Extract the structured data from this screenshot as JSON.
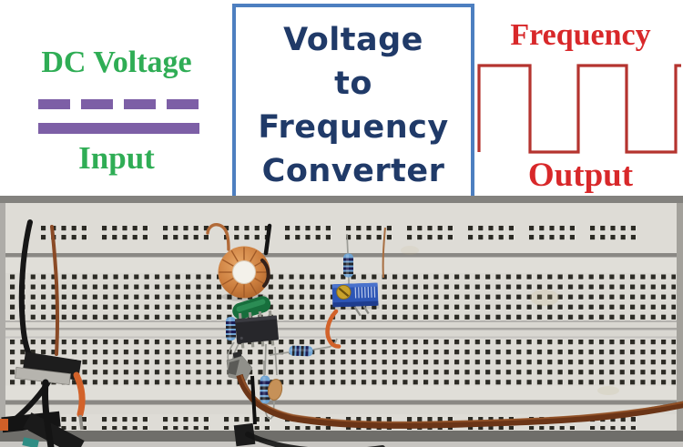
{
  "banner": {
    "left": {
      "title": "DC Voltage",
      "caption": "Input"
    },
    "center": {
      "lines": [
        "Voltage",
        "to",
        "Frequency",
        "Converter"
      ]
    },
    "right": {
      "title": "Frequency",
      "caption": "Output"
    }
  },
  "colors": {
    "green": "#2fad55",
    "purple": "#7d5fa6",
    "navy": "#203a68",
    "box_blue": "#4d7fc0",
    "red": "#d8282a",
    "wave_red": "#b5342f"
  },
  "photo": {
    "components": [
      "breadboard",
      "black-jumper-wire",
      "brown-jumper-wire",
      "toroidal-inductor",
      "green-film-capacitor",
      "dip8-ic-chip",
      "blue-metal-film-resistors",
      "ceramic-disc-capacitor",
      "blue-trimmer-potentiometer",
      "orange-jumper-wire",
      "long-brown-wire",
      "dupont-connector-wires",
      "metal-clip-terminal"
    ]
  }
}
